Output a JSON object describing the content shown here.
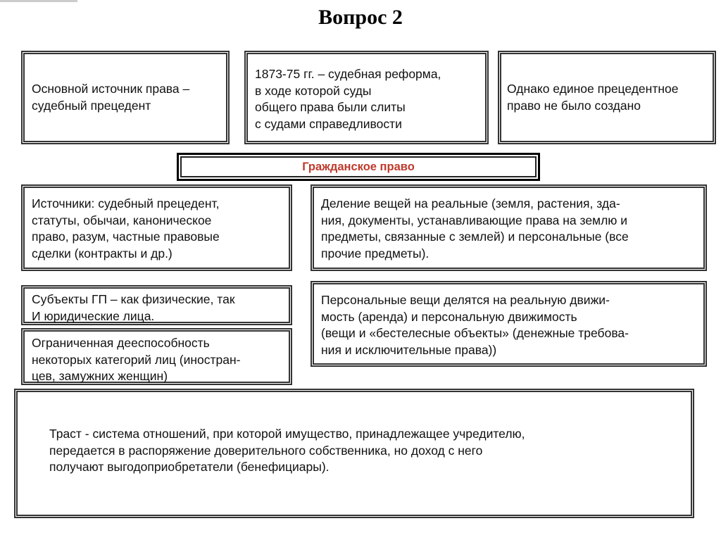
{
  "title": "Вопрос 2",
  "top_boxes": [
    {
      "text": "Основной источник права –\nсудебный прецедент"
    },
    {
      "text": "1873-75 гг. – судебная реформа,\nв ходе которой суды\nобщего права были слиты\nс судами справедливости"
    },
    {
      "text": "Однако единое прецедентное\n право не было создано"
    }
  ],
  "section_header": "Гражданское право",
  "left_boxes": [
    {
      "text": "Источники: судебный прецедент,\n статуты, обычаи, каноническое\nправо, разум, частные правовые\nсделки (контракты и др.)"
    },
    {
      "text": "Субъекты ГП – как физические, так\nИ юридические лица."
    },
    {
      "text": "Ограниченная дееспособность\nнекоторых категорий лиц (иностран-\nцев, замужних женщин)"
    }
  ],
  "right_boxes": [
    {
      "text": "Деление вещей на реальные (земля, растения, зда-\nния, документы, устанавливающие права на землю и\nпредметы, связанные с землей) и персональные (все\nпрочие предметы)."
    },
    {
      "text": "Персональные вещи делятся на реальную движи-\nмость (аренда) и персональную движимость\n(вещи и «бестелесные объекты» (денежные требова-\nния и исключительные права))"
    }
  ],
  "trust_box": {
    "text": "Траст - система отношений, при которой имущество, принадлежащее учредителю,\nпередается в распоряжение доверительного собственника, но доход с него\nполучают выгодоприобретатели (бенефициары)."
  }
}
